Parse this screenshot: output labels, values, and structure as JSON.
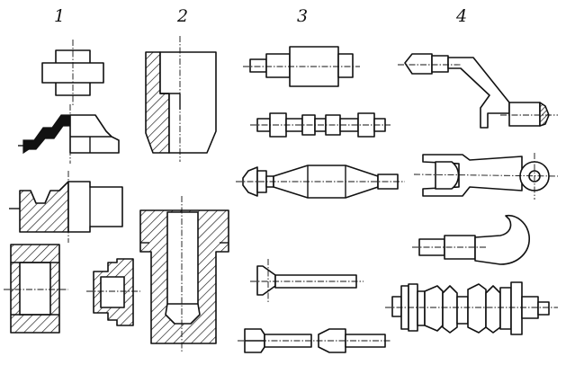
{
  "figure": {
    "column_labels": [
      "1",
      "2",
      "3",
      "4"
    ]
  },
  "parts": {
    "column_1": [
      "flanged-block",
      "stepped-boss-half-section",
      "grooved-forging-half-section",
      "ring-section",
      "flanged-bushing-section"
    ],
    "column_2": [
      "tapered-bushing-section",
      "stepped-die-section"
    ],
    "column_3": [
      "stepped-shaft",
      "multi-step-shaft",
      "double-cone-shaft",
      "poppet-valve",
      "bolt-blank-and-cone-blank"
    ],
    "column_4": [
      "bent-crank-lever",
      "forked-lever",
      "crane-hook",
      "crankshaft"
    ]
  },
  "colors": {
    "ink": "#111111",
    "background": "#ffffff"
  }
}
